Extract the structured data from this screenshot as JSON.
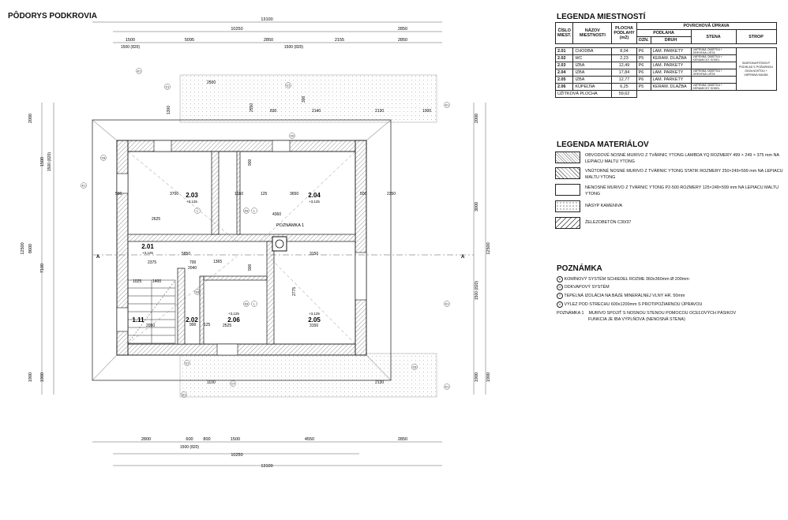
{
  "plan": {
    "title": "PÔDORYS PODKROVIA",
    "dims_top": {
      "total": "13100",
      "inner": "10250",
      "right": "2850",
      "segs": [
        "1500",
        "5095",
        "2850",
        "2155",
        "2850"
      ],
      "openings": [
        "1500 (820)",
        "1500 (820)"
      ]
    },
    "dims_bottom": {
      "segs": [
        "2800",
        "600",
        "800",
        "1500",
        "4550",
        "2850"
      ],
      "openings": [
        "1500 (820)"
      ],
      "inner": "10250",
      "total": "13100"
    },
    "dims_left": [
      "2000",
      "1500",
      "1500 (820)",
      "12500",
      "8600",
      "7100",
      "1900",
      "1900"
    ],
    "dims_right": [
      "2000",
      "3000",
      "12500",
      "1500 (820)",
      "1900",
      "1900"
    ],
    "rooms": [
      {
        "id": "2.03",
        "level": "+3,125"
      },
      {
        "id": "2.04",
        "level": "+3,125"
      },
      {
        "id": "2.01",
        "level": "+3,125"
      },
      {
        "id": "2.02",
        "level": ""
      },
      {
        "id": "2.06",
        "level": "+3,125"
      },
      {
        "id": "2.05",
        "level": "+3,125"
      },
      {
        "id": "1.11",
        "level": ""
      }
    ],
    "interior_dims": [
      "3700",
      "1650",
      "3650",
      "2625",
      "5850",
      "2375",
      "700",
      "1365",
      "2040",
      "3150",
      "900",
      "2525",
      "3150",
      "1025",
      "1400",
      "2050",
      "4360",
      "2350",
      "2775",
      "2130",
      "2130",
      "830",
      "2140",
      "1000",
      "500",
      "500",
      "900",
      "900",
      "125",
      "125",
      "2500",
      "1100",
      "300",
      "1300",
      "2550"
    ],
    "annotation": "POZNÁMKA 1",
    "section_marks": [
      "A",
      "A"
    ],
    "tags": [
      "K1",
      "K1",
      "K1",
      "K1",
      "K1",
      "K1",
      "C1",
      "C1",
      "C1",
      "C6",
      "C6",
      "C7",
      "C8",
      "D3",
      "D3",
      "D3",
      "L",
      "L",
      "L"
    ]
  },
  "rooms_legend": {
    "title": "LEGENDA MIESTNOSTÍ",
    "headers": {
      "no": "ČÍSLO MIEST.",
      "name": "NÁZOV MIESTNOSTI",
      "area": "PLOCHA PODLAHY (m2)",
      "surface": "POVRCHOVÁ ÚPRAVA",
      "floor": "PODLAHA",
      "floor_ozn": "OZN.",
      "floor_kind": "DRUH",
      "wall": "STENA",
      "ceiling": "STROP"
    },
    "rows": [
      {
        "no": "2.01",
        "name": "CHODBA",
        "area": "8,04",
        "ozn": "P6",
        "kind": "LAM. PARKETY",
        "wall": "VÁPENNÁ OMIETKA + DREVENÁ LIŠTA"
      },
      {
        "no": "2.02",
        "name": "WC",
        "area": "2,23",
        "ozn": "P5",
        "kind": "KERAM. DLAŽBA",
        "wall": "VÁPENNÁ OMIETKA + KERAMICKÝ SOKEL"
      },
      {
        "no": "2.03",
        "name": "IZBA",
        "area": "12,49",
        "ozn": "P6",
        "kind": "LAM. PARKETY",
        "wall": ""
      },
      {
        "no": "2.04",
        "name": "IZBA",
        "area": "17,84",
        "ozn": "P6",
        "kind": "LAM. PARKETY",
        "wall": "VÁPENNÁ OMIETKA + DREVENÁ LIŠTA"
      },
      {
        "no": "2.05",
        "name": "IZBA",
        "area": "12,77",
        "ozn": "P6",
        "kind": "LAM. PARKETY",
        "wall": ""
      },
      {
        "no": "2.06",
        "name": "KÚPEĽŇA",
        "area": "6,25",
        "ozn": "P5",
        "kind": "KERAM. DLAŽBA",
        "wall": "VÁPENNÁ OMIETKA + KERAMICKÝ SOKEL"
      }
    ],
    "ceiling_note": "SADROKARTÓNOVÝ PODHĽAD S POŽIARNOU ODOLNOSŤOU + VÁPENNÁ MAĽBA",
    "total_label": "ÚŽITKOVÁ PLOCHA",
    "total": "59,62"
  },
  "materials_legend": {
    "title": "LEGENDA MATERIÁLOV",
    "items": [
      {
        "text": "OBVODOVÉ NOSNÉ MURIVO Z TVÁRNIC YTONG LAMBDA YQ ROZMERY 499 × 249 × 375 mm  NA LEPIACU MALTU YTONG"
      },
      {
        "text": "VNÚTORNÉ NOSNÉ MURIVO Z TVÁRNIC YTONG STATIK ROZMERY 250×249×599 mm NA LEPIACU MALTU YTONG"
      },
      {
        "text": "NENOSNÉ MURIVO Z TVÁRNIC YTONG P2-500 ROZMERY  125×249×599 mm NA LEPIACU MALTU YTONG"
      },
      {
        "text": "NÁSYP KAMENIVA"
      },
      {
        "text": "ŽELEZOBETÓN C30/37"
      }
    ]
  },
  "notes": {
    "title": "POZNÁMKA",
    "items": [
      {
        "sym": "K",
        "text": "KOMÍNOVÝ SYSTÉM SCHIEDEL  ROZME 360x360mm Ø 200mm"
      },
      {
        "sym": "O",
        "text": "ODKVAPOVÝ SYSTÉM"
      },
      {
        "sym": "T",
        "text": "TEPELNÁ IZOLÁCIA NA BÁZE MINERÁLNEJ VLNY HR. 50mm"
      },
      {
        "sym": "V",
        "text": "VÝLEZ POD STRECHU 600x1200mm S PROTIPOŽIARNOU ÚPRAVOU"
      }
    ],
    "extra_label": "POZNÁMKA 1",
    "extra_text_1": "MURIVO SPOJIŤ S NOSNOU STENOU POMOCOU OCEĽOVÝCH PÁSIKOV",
    "extra_text_2": "FUNKCIA JE IBA VÝPLŇOVÁ (NENOSNÁ STENA)"
  }
}
